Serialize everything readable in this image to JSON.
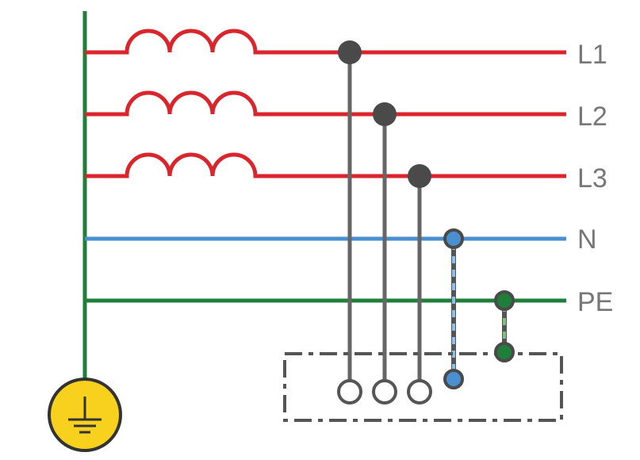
{
  "diagram": {
    "conductors": [
      {
        "id": "l1",
        "label": "L1",
        "color": "#d9262c"
      },
      {
        "id": "l2",
        "label": "L2",
        "color": "#d9262c"
      },
      {
        "id": "l3",
        "label": "L3",
        "color": "#d9262c"
      },
      {
        "id": "n",
        "label": "N",
        "color": "#4a8fd0"
      },
      {
        "id": "pe",
        "label": "PE",
        "color": "#1f7f3a"
      }
    ],
    "colors": {
      "phase": "#d9262c",
      "neutral": "#4a8fd0",
      "neutral_dash": "#8fc0ec",
      "earth": "#1f7f3a",
      "earth_dash": "#7fc07a",
      "connector": "#666666",
      "node": "#4a4a4a",
      "enclosure": "#555555",
      "ground_fill": "#f7d11e"
    },
    "icons": {
      "coils": "inductor-coil-icon",
      "ground": "earth-ground-icon"
    }
  }
}
